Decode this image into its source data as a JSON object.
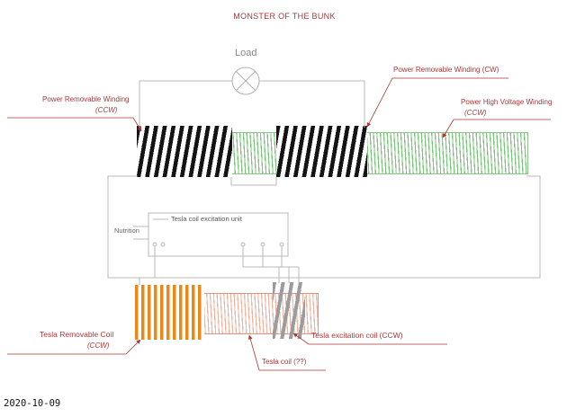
{
  "title": "MONSTER OF THE BUNK",
  "timestamp": "2020-10-09",
  "schematic": {
    "load_label": "Load",
    "excitation_unit_label": "Tesla coil excitation unit",
    "power_input_label": "Nutrition",
    "windings": {
      "power_removable_cw": "Power Removable Winding (CW)",
      "power_removable_ccw_name": "Power Removable Winding",
      "power_removable_ccw_dir": "(CCW)",
      "power_high_voltage_name": "Power High Voltage Winding",
      "power_high_voltage_dir": "(CCW)",
      "tesla_removable_name": "Tesla Removable Coil",
      "tesla_removable_dir": "(CCW)",
      "tesla_excitation": "Tesla excitation coil (CCW)",
      "tesla_coil": "Tesla coil (??)"
    },
    "colors": {
      "annotation_red": "#ab3535",
      "wire_gray": "#b8b8b8",
      "hv_coil_green": "#6fbe6f",
      "power_winding_black": "#141414",
      "tesla_removable_orange": "#e8891a",
      "tesla_coil_pink": "#e07858",
      "tesla_excitation_gray": "#9c9c9c"
    }
  }
}
